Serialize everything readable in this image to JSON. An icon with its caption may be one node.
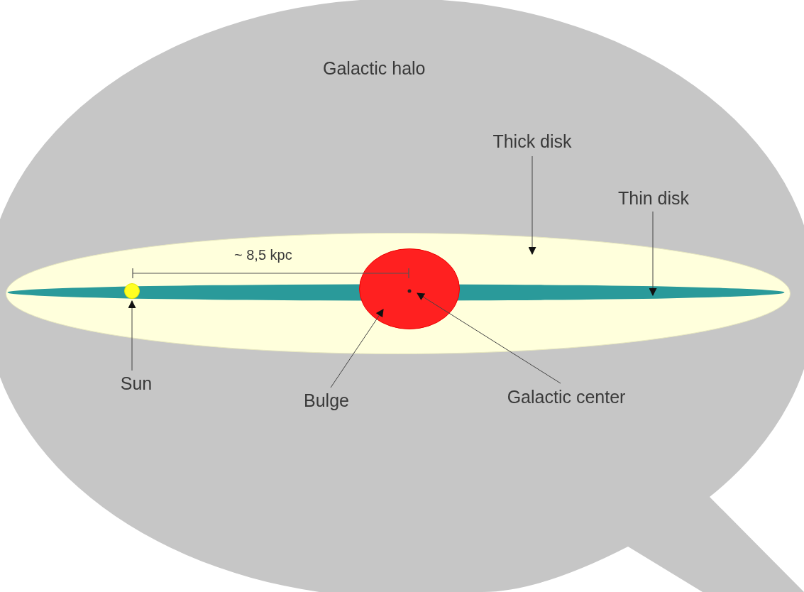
{
  "diagram": {
    "nodes": [
      {
        "text": [
          "Galactic halo"
        ]
      },
      {
        "text": [
          "Thick disk"
        ],
        "in": 0
      },
      {
        "text": [
          "Thin disk"
        ],
        "in": 0
      },
      {
        "text": [],
        "shape": "ellipse",
        "in": 0
      },
      {
        "text": [],
        "shape": "ellipse",
        "in": 3
      },
      {
        "text": [],
        "shape": "circle",
        "in": 4
      },
      {
        "text": [],
        "shape": "ellipse",
        "in": 3
      },
      {
        "text": [],
        "shape": "circle"
      },
      {
        "text": [
          "Sun"
        ],
        "in": 0
      },
      {
        "text": [
          "Bulge"
        ],
        "in": 0
      },
      {
        "text": [
          "Galactic center"
        ],
        "in": 0
      }
    ],
    "edges": [
      {
        "from": 1,
        "to": 3,
        "arrow": "to"
      },
      {
        "from": 2,
        "to": 4,
        "arrow": "to"
      },
      {
        "from": 8,
        "to": 5,
        "arrow": "to"
      },
      {
        "from": 9,
        "to": 6,
        "arrow": "to"
      },
      {
        "from": 10,
        "to": 7,
        "arrow": "to"
      }
    ],
    "labels": [
      "~ 8,5 kpc"
    ]
  }
}
